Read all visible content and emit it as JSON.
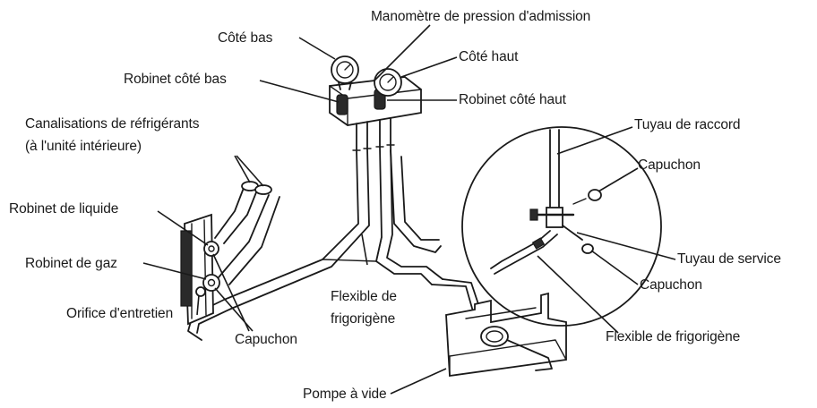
{
  "labels": {
    "manometre": "Manomètre de pression d'admission",
    "cote_bas": "Côté bas",
    "cote_haut": "Côté haut",
    "robinet_cote_bas": "Robinet côté bas",
    "robinet_cote_haut": "Robinet côté haut",
    "canalisations_line1": "Canalisations de réfrigérants",
    "canalisations_line2": "(à l'unité intérieure)",
    "robinet_liquide": "Robinet de liquide",
    "robinet_gaz": "Robinet de gaz",
    "orifice_entretien": "Orifice d'entretien",
    "capuchon_valves": "Capuchon",
    "flexible_line1": "Flexible de",
    "flexible_line2": "frigorigène",
    "pompe_vide": "Pompe à vide",
    "tuyau_raccord": "Tuyau de raccord",
    "capuchon_detail_top": "Capuchon",
    "tuyau_service": "Tuyau de service",
    "capuchon_detail_bottom": "Capuchon",
    "flexible_detail": "Flexible de frigorigène"
  },
  "colors": {
    "line": "#1a1a1a",
    "background": "#ffffff"
  }
}
